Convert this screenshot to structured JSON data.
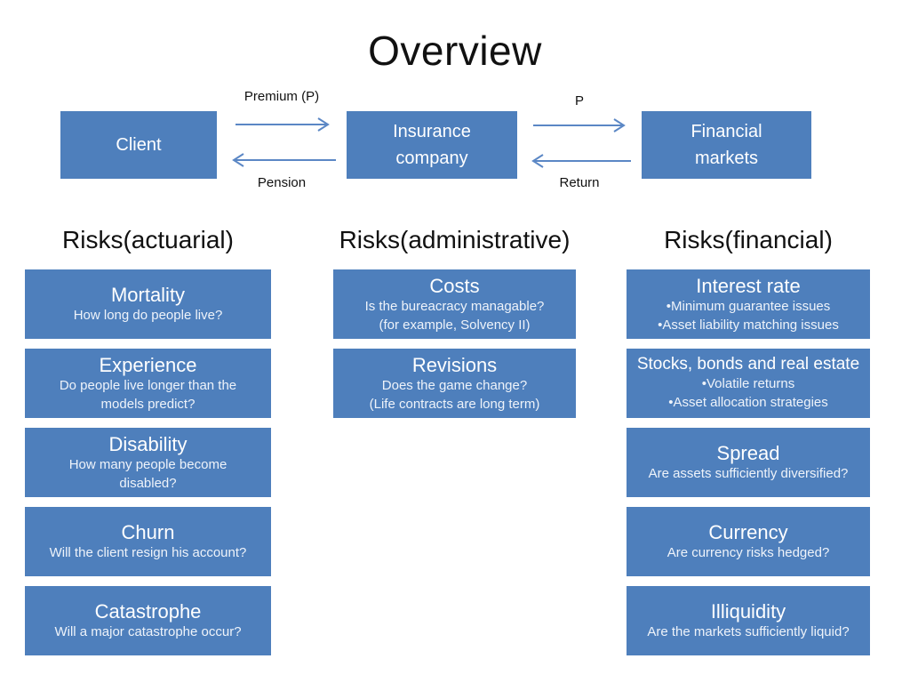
{
  "colors": {
    "background": "#ffffff",
    "box_blue": "#4e7fbc",
    "arrow_blue": "#5b87c5",
    "text_dark": "#111111",
    "box_text": "#ffffff"
  },
  "slide": {
    "title": "Overview"
  },
  "flow": {
    "nodes": [
      {
        "id": "client",
        "lines": [
          "Client"
        ]
      },
      {
        "id": "insurance-company",
        "lines": [
          "Insurance",
          "company"
        ]
      },
      {
        "id": "financial-markets",
        "lines": [
          "Financial",
          "markets"
        ]
      }
    ],
    "links": [
      {
        "forward_label": "Premium (P)",
        "backward_label": "Pension"
      },
      {
        "forward_label": "P",
        "backward_label": "Return"
      }
    ]
  },
  "columns": [
    {
      "header": "Risks(actuarial)",
      "boxes": [
        {
          "title": "Mortality",
          "lines": [
            "How long do people live?"
          ]
        },
        {
          "title": "Experience",
          "lines": [
            "Do people live longer than the",
            "models predict?"
          ]
        },
        {
          "title": "Disability",
          "lines": [
            "How many people become",
            "disabled?"
          ]
        },
        {
          "title": "Churn",
          "lines": [
            "Will the client resign his account?"
          ]
        },
        {
          "title": "Catastrophe",
          "lines": [
            "Will a major catastrophe occur?"
          ]
        }
      ]
    },
    {
      "header": "Risks(administrative)",
      "boxes": [
        {
          "title": "Costs",
          "lines": [
            "Is the bureacracy managable?",
            "(for example, Solvency II)"
          ]
        },
        {
          "title": "Revisions",
          "lines": [
            "Does the game change?",
            "(Life contracts are long term)"
          ]
        }
      ]
    },
    {
      "header": "Risks(financial)",
      "boxes": [
        {
          "title": "Interest rate",
          "lines": [
            "•Minimum guarantee issues",
            "•Asset liability matching issues"
          ]
        },
        {
          "title": "Stocks, bonds and real estate",
          "lines": [
            "•Volatile returns",
            "•Asset allocation strategies"
          ]
        },
        {
          "title": "Spread",
          "lines": [
            "Are assets sufficiently diversified?"
          ]
        },
        {
          "title": "Currency",
          "lines": [
            "Are currency risks hedged?"
          ]
        },
        {
          "title": "Illiquidity",
          "lines": [
            "Are the markets sufficiently liquid?"
          ]
        }
      ]
    }
  ]
}
